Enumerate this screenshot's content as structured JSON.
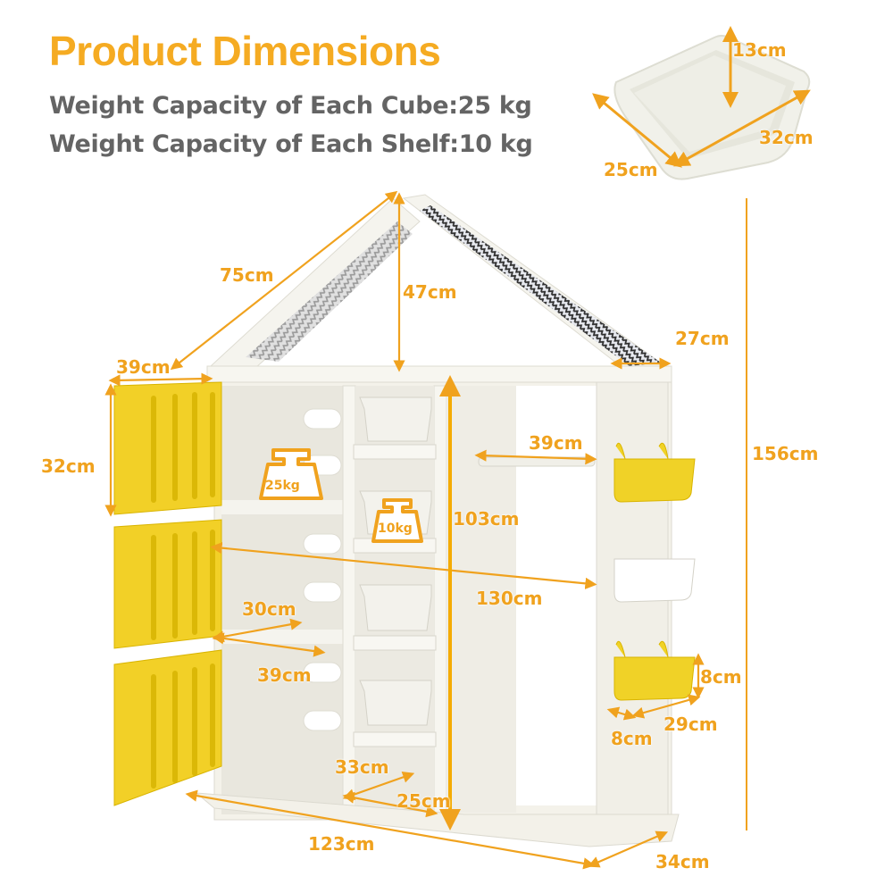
{
  "header": {
    "title": "Product Dimensions",
    "spec_cube": "Weight Capacity of Each Cube:25 kg",
    "spec_shelf": "Weight Capacity of Each Shelf:10 kg"
  },
  "colors": {
    "accent_orange": "#f5ab22",
    "text_gray": "#646464",
    "door_yellow": "#f2d027",
    "frame_white": "#f4f2ea"
  },
  "bin": {
    "height": "13cm",
    "length": "32cm",
    "width": "25cm"
  },
  "roof": {
    "slope": "75cm",
    "height": "47cm",
    "depth": "27cm"
  },
  "cabinet": {
    "door_width": "39cm",
    "door_height": "32cm",
    "cube_weight_badge": "25kg",
    "shelf_weight_badge": "10kg",
    "inner_height": "103cm",
    "rail_width": "39cm",
    "diagonal_width": "130cm",
    "shelf_depth": "30cm",
    "shelf_width": "39cm",
    "bin_slot_depth": "33cm",
    "bin_slot_width": "25cm",
    "total_width": "123cm",
    "total_depth": "34cm",
    "total_height": "156cm"
  },
  "side_basket": {
    "height": "8cm",
    "length": "29cm",
    "depth": "8cm"
  }
}
